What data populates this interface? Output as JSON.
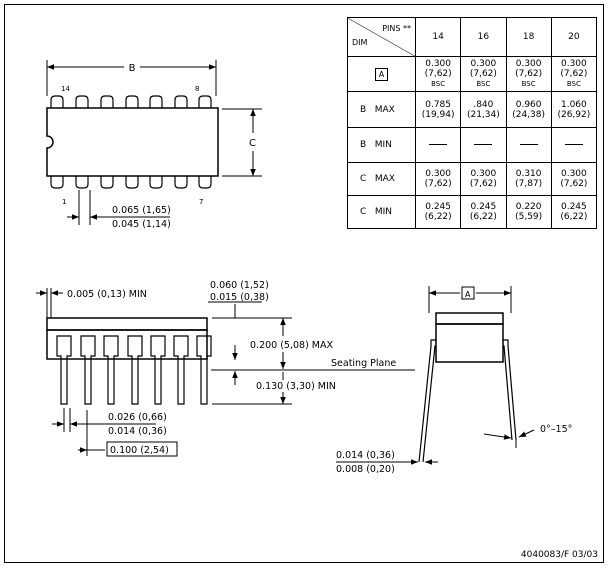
{
  "table": {
    "header": {
      "pins": "PINS **",
      "dim": "DIM",
      "columns": [
        "14",
        "16",
        "18",
        "20"
      ]
    },
    "rows": [
      {
        "label": "A",
        "boxed": true,
        "cells": [
          {
            "main": "0.300",
            "metric": "(7,62)",
            "note": "BSC"
          },
          {
            "main": "0.300",
            "metric": "(7,62)",
            "note": "BSC"
          },
          {
            "main": "0.300",
            "metric": "(7,62)",
            "note": "BSC"
          },
          {
            "main": "0.300",
            "metric": "(7,62)",
            "note": "BSC"
          }
        ]
      },
      {
        "label": "B   MAX",
        "cells": [
          {
            "main": "0.785",
            "metric": "(19,94)"
          },
          {
            "main": ".840",
            "metric": "(21,34)"
          },
          {
            "main": "0.960",
            "metric": "(24,38)"
          },
          {
            "main": "1.060",
            "metric": "(26,92)"
          }
        ]
      },
      {
        "label": "B   MIN",
        "cells": [
          {
            "dash": true
          },
          {
            "dash": true
          },
          {
            "dash": true
          },
          {
            "dash": true
          }
        ]
      },
      {
        "label": "C   MAX",
        "cells": [
          {
            "main": "0.300",
            "metric": "(7,62)"
          },
          {
            "main": "0.300",
            "metric": "(7,62)"
          },
          {
            "main": "0.310",
            "metric": "(7,87)"
          },
          {
            "main": "0.300",
            "metric": "(7,62)"
          }
        ]
      },
      {
        "label": "C   MIN",
        "cells": [
          {
            "main": "0.245",
            "metric": "(6,22)"
          },
          {
            "main": "0.245",
            "metric": "(6,22)"
          },
          {
            "main": "0.220",
            "metric": "(5,59)"
          },
          {
            "main": "0.245",
            "metric": "(6,22)"
          }
        ]
      }
    ]
  },
  "top_view": {
    "label_b": "B",
    "label_c": "C",
    "pin14": "14",
    "pin8": "8",
    "pin1": "1",
    "pin7": "7",
    "pitch_max": "0.065 (1,65)",
    "pitch_min": "0.045 (1,14)"
  },
  "side_view": {
    "standoff": "0.005 (0,13) MIN",
    "shoulder_max": "0.060 (1,52)",
    "shoulder_min": "0.015 (0,38)",
    "height": "0.200 (5,08) MAX",
    "seating_plane": "Seating Plane",
    "lead_length": "0.130 (3,30) MIN",
    "lead_width_max": "0.026 (0,66)",
    "lead_width_min": "0.014 (0,36)",
    "pitch": "0.100 (2,54)"
  },
  "end_view": {
    "label_a": "A",
    "angle": "0°–15°",
    "thickness_max": "0.014 (0,36)",
    "thickness_min": "0.008 (0,20)"
  },
  "footer": "4040083/F 03/03"
}
